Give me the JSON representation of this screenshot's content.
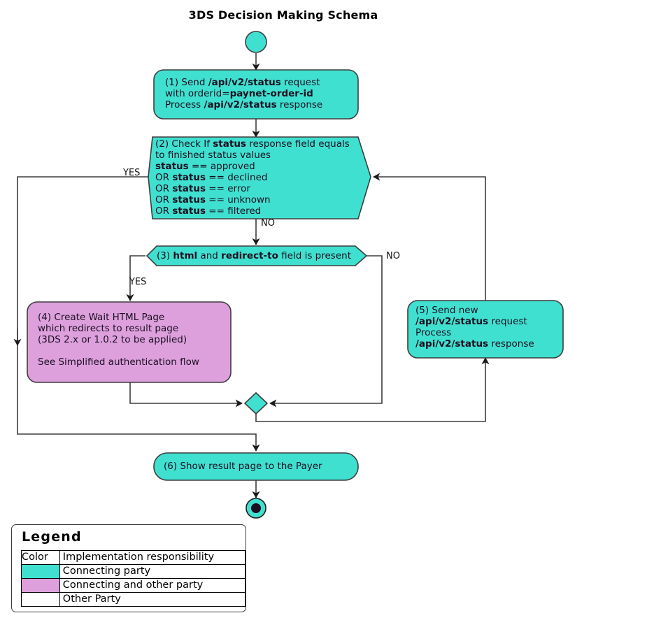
{
  "diagram": {
    "title": "3DS Decision Making Schema",
    "type": "flowchart",
    "colors": {
      "connecting_party": "#40e0d0",
      "connecting_and_other_party": "#dda0dd",
      "other_party": "#ffffff",
      "stroke": "#3d3d3d",
      "text": "#1b0f20"
    },
    "nodes": [
      {
        "id": "start",
        "kind": "start-circle",
        "color": "#40e0d0",
        "label": ""
      },
      {
        "id": "step1",
        "kind": "process",
        "color": "#40e0d0",
        "lines": [
          [
            {
              "t": "(1) Send ",
              "b": false
            },
            {
              "t": "/api/v2/status",
              "b": true
            },
            {
              "t": " request",
              "b": false
            }
          ],
          [
            {
              "t": "with orderid=",
              "b": false
            },
            {
              "t": "paynet-order-id",
              "b": true
            }
          ],
          [
            {
              "t": "Process ",
              "b": false
            },
            {
              "t": "/api/v2/status",
              "b": true
            },
            {
              "t": " response",
              "b": false
            }
          ]
        ]
      },
      {
        "id": "step2",
        "kind": "decision-hexagon",
        "color": "#40e0d0",
        "lines": [
          [
            {
              "t": "(2) Check If ",
              "b": false
            },
            {
              "t": "status",
              "b": true
            },
            {
              "t": " response field equals",
              "b": false
            }
          ],
          [
            {
              "t": "to finished status values",
              "b": false
            }
          ],
          [
            {
              "t": "status",
              "b": true
            },
            {
              "t": " == approved",
              "b": false
            }
          ],
          [
            {
              "t": "OR ",
              "b": false
            },
            {
              "t": "status",
              "b": true
            },
            {
              "t": " == declined",
              "b": false
            }
          ],
          [
            {
              "t": "OR ",
              "b": false
            },
            {
              "t": "status",
              "b": true
            },
            {
              "t": " == error",
              "b": false
            }
          ],
          [
            {
              "t": "OR ",
              "b": false
            },
            {
              "t": "status",
              "b": true
            },
            {
              "t": " == unknown",
              "b": false
            }
          ],
          [
            {
              "t": "OR ",
              "b": false
            },
            {
              "t": "status",
              "b": true
            },
            {
              "t": " == filtered",
              "b": false
            }
          ]
        ]
      },
      {
        "id": "step3",
        "kind": "decision-hexagon",
        "color": "#40e0d0",
        "lines": [
          [
            {
              "t": "(3) ",
              "b": false
            },
            {
              "t": "html",
              "b": true
            },
            {
              "t": " and ",
              "b": false
            },
            {
              "t": "redirect-to",
              "b": true
            },
            {
              "t": " field is present",
              "b": false
            }
          ]
        ]
      },
      {
        "id": "step4",
        "kind": "process",
        "color": "#dda0dd",
        "lines": [
          [
            {
              "t": "(4) Create Wait HTML Page",
              "b": false
            }
          ],
          [
            {
              "t": "which redirects to result page",
              "b": false
            }
          ],
          [
            {
              "t": "(3DS 2.x or 1.0.2 to be applied)",
              "b": false
            }
          ],
          [
            {
              "t": "",
              "b": false
            }
          ],
          [
            {
              "t": "See Simplified authentication flow",
              "b": false
            }
          ]
        ]
      },
      {
        "id": "step5",
        "kind": "process",
        "color": "#40e0d0",
        "lines": [
          [
            {
              "t": "(5) Send new",
              "b": false
            }
          ],
          [
            {
              "t": "/api/v2/status",
              "b": true
            },
            {
              "t": " request",
              "b": false
            }
          ],
          [
            {
              "t": "Process",
              "b": false
            }
          ],
          [
            {
              "t": "/api/v2/status",
              "b": true
            },
            {
              "t": " response",
              "b": false
            }
          ]
        ]
      },
      {
        "id": "merge",
        "kind": "merge-diamond",
        "color": "#40e0d0",
        "label": ""
      },
      {
        "id": "step6",
        "kind": "process",
        "color": "#40e0d0",
        "lines": [
          [
            {
              "t": "(6) Show result page to the Payer",
              "b": false
            }
          ]
        ]
      },
      {
        "id": "end",
        "kind": "end-circle",
        "color": "#40e0d0",
        "label": ""
      }
    ],
    "edge_labels": [
      {
        "id": "yes-2",
        "text": "YES"
      },
      {
        "id": "no-2",
        "text": "NO"
      },
      {
        "id": "yes-3",
        "text": "YES"
      },
      {
        "id": "no-3",
        "text": "NO"
      }
    ]
  },
  "legend": {
    "title": "Legend",
    "header": {
      "color": "Color",
      "responsibility": "Implementation responsibility"
    },
    "rows": [
      {
        "swatch": "#40e0d0",
        "label": "Connecting party"
      },
      {
        "swatch": "#dda0dd",
        "label": "Connecting and other party"
      },
      {
        "swatch": "#ffffff",
        "label": "Other Party"
      }
    ]
  }
}
